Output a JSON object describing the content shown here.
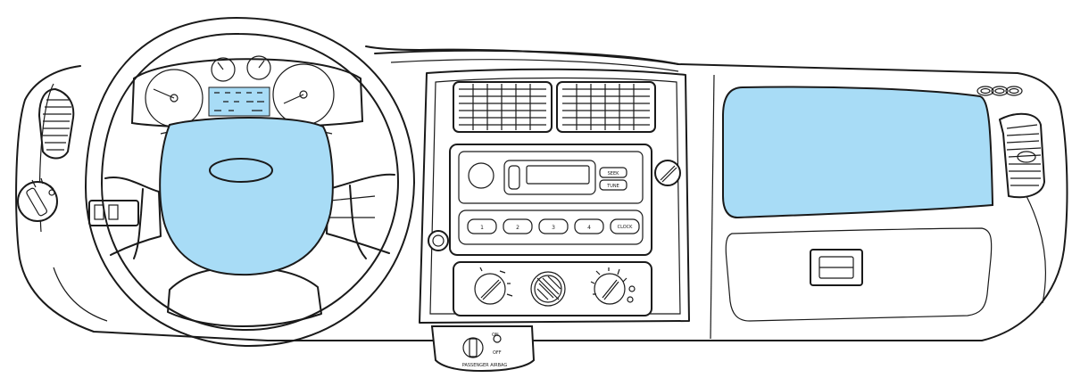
{
  "colors": {
    "airbag_highlight": "#a8dcf6",
    "outline": "#1a1a1a",
    "background": "#ffffff"
  },
  "highlighted_parts": [
    "driver-airbag",
    "passenger-airbag"
  ],
  "labels": {
    "radio_top_btn": "SEEK",
    "radio_bottom_btn": "TUNE",
    "preset_1": "1",
    "preset_2": "2",
    "preset_3": "3",
    "preset_4": "4",
    "preset_clock": "CLOCK",
    "switch_on": "ON",
    "switch_off": "OFF",
    "switch_caption": "PASSENGER AIRBAG"
  }
}
